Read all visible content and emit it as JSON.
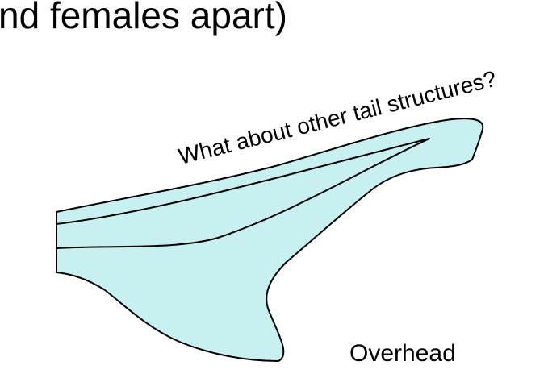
{
  "slide": {
    "title": "nd females apart)",
    "question": "What about other tail structures?",
    "view_label": "Overhead"
  },
  "diagram": {
    "fill_color": "#c8f0f0",
    "stroke_color": "#000000"
  }
}
